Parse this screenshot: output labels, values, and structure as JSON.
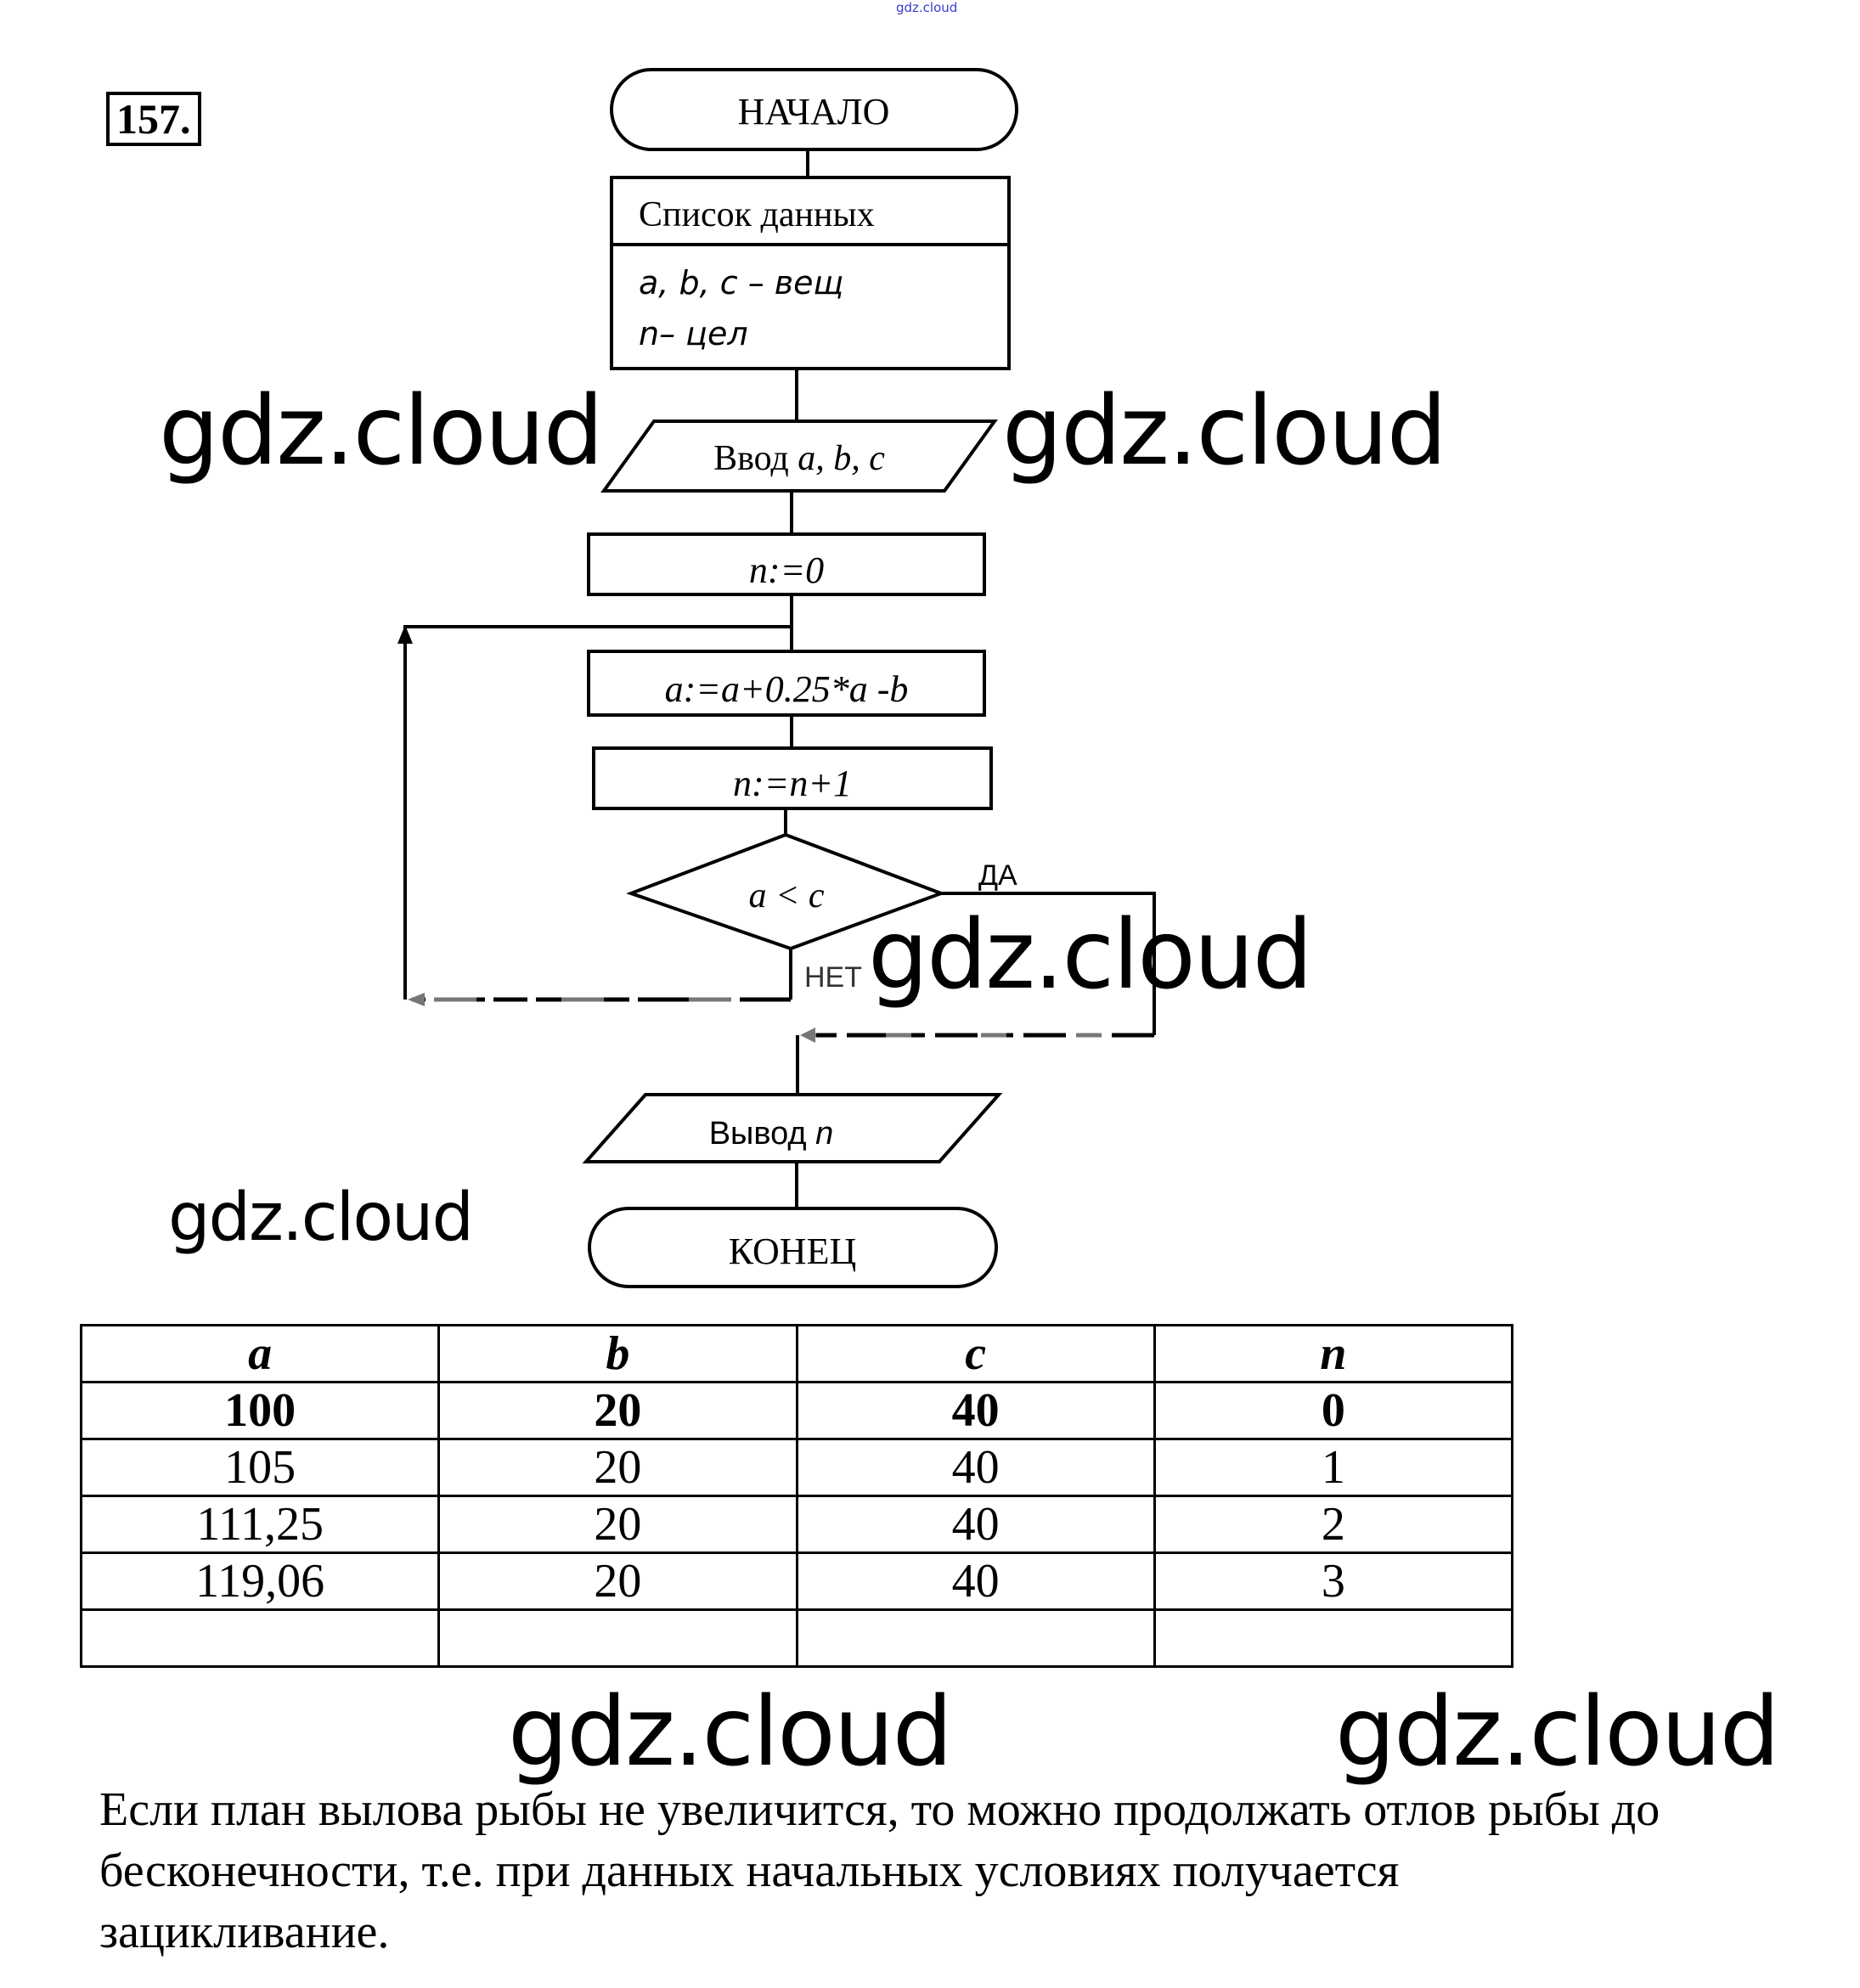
{
  "watermark": {
    "top_small": "gdz.cloud",
    "text": "gdz.cloud"
  },
  "task": {
    "number": "157."
  },
  "flowchart": {
    "start": "НАЧАЛО",
    "data_list": {
      "title": "Список данных",
      "line1": "a, b, c – вещ",
      "line2": "n– цел"
    },
    "input": {
      "label": "Ввод",
      "vars": "a, b, c"
    },
    "init": "n:=0",
    "update_a": "a:=a+0.25*a -b",
    "increment_n": "n:=n+1",
    "condition": "a < c",
    "branch_yes": "ДА",
    "branch_no": "НЕТ",
    "output": {
      "label": "Вывод",
      "var": "n"
    },
    "end": "КОНЕЦ"
  },
  "table": {
    "headers": [
      "a",
      "b",
      "c",
      "n"
    ],
    "rows": [
      [
        "100",
        "20",
        "40",
        "0"
      ],
      [
        "105",
        "20",
        "40",
        "1"
      ],
      [
        "111,25",
        "20",
        "40",
        "2"
      ],
      [
        "119,06",
        "20",
        "40",
        "3"
      ],
      [
        "",
        "",
        "",
        ""
      ]
    ]
  },
  "conclusion": {
    "line1": "Если план вылова рыбы не увеличится, то можно продолжать отлов рыбы до",
    "line2": "бесконечности, т.е. при данных начальных условиях получается",
    "line3": "зацикливание."
  }
}
